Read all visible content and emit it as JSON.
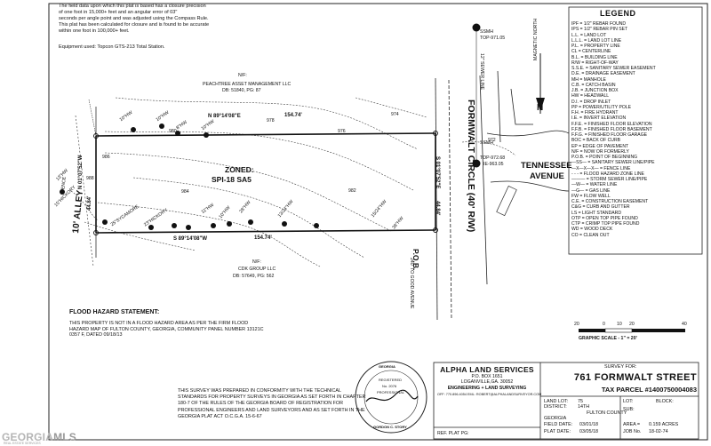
{
  "notes": {
    "lines": [
      "The field data upon which this plat is based has a closure precision",
      "of one foot in 15,000+ feet and an angular error of 03\"",
      "seconds per angle point and was adjusted using the Compass Rule.",
      "This plat has been calculated for closure and is found to be accurate",
      "within one foot in 100,000+ feet."
    ],
    "equipment": "Equipment used: Topcon GTS-213 Total Station."
  },
  "legend": {
    "title": "LEGEND",
    "items": [
      "IPF = 1/2\" REBAR FOUND",
      "IPS = 1/2\" REBAR PIN SET",
      "L.L. = LAND LOT",
      "L.L.L. = LAND LOT LINE",
      "P.L. = PROPERTY LINE",
      "CL = CENTERLINE",
      "B.L. = BUILDING LINE",
      "R/W = RIGHT-OF-WAY",
      "S.S.E. = SANITARY SEWER EASEMENT",
      "D.E. = DRAINAGE EASEMENT",
      "MH = MANHOLE",
      "C.B. = CATCH BASIN",
      "J.B. = JUNCTION BOX",
      "HW = HEADWALL",
      "D.I. = DROP INLET",
      "PP = POWER/UTILITY POLE",
      "F.H. = FIRE HYDRANT",
      "I.E. = INVERT ELEVATION",
      "F.F.E. = FINISHED FLOOR ELEVATION",
      "F.F.B. = FINISHED FLOOR BASEMENT",
      "F.F.G. = FINISHED FLOOR GARAGE",
      "BOC = BACK OF CURB",
      "EP = EDGE OF PAVEMENT",
      "N/F = NOW OR FORMERLY",
      "P.O.B. = POINT OF BEGINNING",
      "—SS— = SANITARY SEWER LINE/PIPE",
      "—X—X—X— = FENCE LINE",
      "- - - = FLOOD HAZARD ZONE LINE",
      "——— = STORM SEWER LINE/PIPE",
      "—W— = WATER LINE",
      "—G— = GAS LINE",
      "FW = FLOW WELL",
      "C.E. = CONSTRUCTION EASEMENT",
      "C&G = CURB AND GUTTER",
      "LS = LIGHT STANDARD",
      "OTP = OPEN TOP PIPE FOUND",
      "CTP = CRIMP TOP PIPE FOUND",
      "WD = WOOD DECK",
      "CO = CLEAN OUT"
    ]
  },
  "plat": {
    "owner_north": {
      "label": "N/F:",
      "name": "PEACHTREE ASSET MANAGEMENT LLC",
      "deed": "DB: 51840, PG: 87"
    },
    "owner_south": {
      "label": "N/F:",
      "name": "CDK GROUP LLC",
      "deed": "DB: 57649, PG: 562"
    },
    "north_bearing": "N 89°14'08\"E",
    "north_distance": "154.74'",
    "south_bearing": "S 89°14'08\"W",
    "south_distance": "154.74'",
    "west_bearing": "N 01°07'52\"W",
    "west_distance": "44.84'",
    "east_bearing": "S 01°07'52\"E",
    "east_distance": "44.84'",
    "zoning_label": "ZONED:",
    "zoning_value": "SPI-18 SA5",
    "street_name": "FORMWALT CIRCLE (40' R/W)",
    "alley": "10' ALLEY",
    "cross_street_1": "TENNESSEE",
    "cross_street_2": "AVENUE",
    "pob": "P.O.B.",
    "pob_note": "240' TO GOOD AVENUE",
    "ssmh_top": {
      "label": "SSMH",
      "top": "TOP-971.05"
    },
    "ssmh_bottom": {
      "label": "SSMH",
      "top": "TOP-972.68",
      "ie": "IE-963.05"
    },
    "sewer_note": "12\" SEWER LINE",
    "magnetic_north": "MAGNETIC NORTH",
    "north_arrow": "N",
    "fence": "FENCE",
    "contours": [
      "978",
      "976",
      "980",
      "982",
      "984",
      "986",
      "974",
      "972",
      "988"
    ],
    "trees": [
      "10\"HW",
      "10\"HW",
      "8\"HW",
      "10\"HW",
      "25\"SYCAMORE",
      "23\"HICKORY",
      "11\"HW",
      "10\"HW",
      "28\"HW",
      "13/24\"HW",
      "15/24\"HW",
      "38\"HW",
      "13\"HW",
      "15\"HICKORY"
    ]
  },
  "scale": {
    "label": "GRAPHIC SCALE - 1\" = 20'",
    "ticks": [
      "20",
      "0",
      "10",
      "20",
      "40"
    ]
  },
  "flood": {
    "title": "FLOOD HAZARD STATEMENT:",
    "text": "THIS PROPERTY IS NOT IN A FLOOD HAZARD AREA AS PER THE FIRM FLOOD HAZARD MAP OF FULTON COUNTY, GEORGIA, COMMUNITY PANEL NUMBER 13121C 0357 F, DATED 09/18/13"
  },
  "survey_statement": "THIS SURVEY WAS PREPARED IN CONFORMITY WITH THE TECHNICAL STANDARDS FOR PROPERTY SURVEYS IN GEORGIA AS SET FORTH IN CHAPTER 180-7 OF THE RULES OF THE GEORGIA BOARD OF REGISTRATION FOR PROFESSIONAL ENGINEERS AND LAND SURVEYORS AND AS SET FORTH IN THE GEORGIA PLAT ACT O.C.G.A. 15-6-67",
  "seal": {
    "top": "GEORGIA",
    "registered": "REGISTERED",
    "number": "No. 2076",
    "professional": "PROFESSIONAL",
    "bottom": "GORDON C. STORY"
  },
  "title_block": {
    "company": "ALPHA LAND SERVICES",
    "po_box": "P.O. BOX 1651",
    "city": "LOGANVILLE,GA. 30052",
    "engineering": "ENGINEERING + LAND SURVEYING",
    "phone": "OFF: 770.896.4054 EML: ROBERT@ALPHALANDSURVEYOR.COM",
    "ref_plat": "REF. PLAT PG:",
    "survey_for": "SURVEY FOR:",
    "street": "761 FORMWALT STREET",
    "parcel": "TAX PARCEL #1400750004083",
    "land_lot_label": "LAND LOT:",
    "land_lot": "75",
    "district_label": "DISTRICT:",
    "district": "14TH",
    "lot_label": "LOT:",
    "block_label": "BLOCK:",
    "sub_label": "SUB:",
    "county": "FULTON COUNTY",
    "state": "GEORGIA",
    "field_date_label": "FIELD DATE:",
    "field_date": "03/01/18",
    "plat_date_label": "PLAT DATE:",
    "plat_date": "03/05/18",
    "area_label": "AREA =",
    "area": "0.159 ACRES",
    "job_label": "JOB No.",
    "job": "18-02-74"
  },
  "watermark": {
    "part1": "GEORGIA",
    "part2": "MLS",
    "sub": "REAL ESTATE SERVICES"
  }
}
